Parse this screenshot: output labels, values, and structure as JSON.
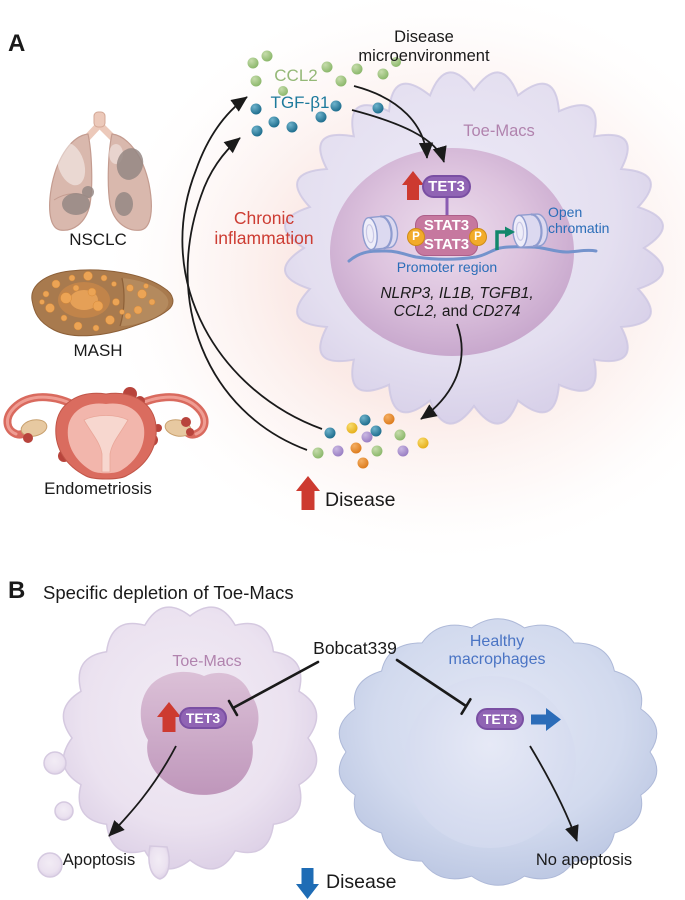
{
  "panel_a": {
    "label": "A",
    "disease_microenvironment": {
      "line1": "Disease",
      "line2": "microenvironment"
    },
    "organs": {
      "nsclc": "NSCLC",
      "mash": "MASH",
      "endometriosis": "Endometriosis"
    },
    "ccl2": "CCL2",
    "tgfb1": "TGF-β1",
    "chronic_inflammation": {
      "line1": "Chronic",
      "line2": "inflammation"
    },
    "toe_macs": "Toe-Macs",
    "tet3": "TET3",
    "stat3_top": "STAT3",
    "stat3_bottom": "STAT3",
    "phospho": "P",
    "open_chromatin": {
      "line1": "Open",
      "line2": "chromatin"
    },
    "promoter_region": "Promoter region",
    "genes": {
      "line1": "NLRP3, IL1B, TGFB1,",
      "line2_gene1": "CCL2,",
      "line2_and": " and ",
      "line2_gene2": "CD274"
    },
    "disease": "Disease"
  },
  "panel_b": {
    "label": "B",
    "title": "Specific depletion of Toe-Macs",
    "toe_macs": "Toe-Macs",
    "bobcat": "Bobcat339",
    "healthy": {
      "line1": "Healthy",
      "line2": "macrophages"
    },
    "tet3_left": "TET3",
    "tet3_right": "TET3",
    "apoptosis": "Apoptosis",
    "no_apoptosis": "No apoptosis",
    "disease": "Disease"
  },
  "colors": {
    "up_arrow_red": "#cd3a30",
    "ccl2_green": "#94b877",
    "tgfb1_teal": "#1d7a9c",
    "annotation_blue": "#2a6db8",
    "tet3_purple": "#8a5cb2",
    "stat3_pink": "#c6789f",
    "phospho_yellow": "#f0a92c",
    "toe_macs_mauve": "#b183ae",
    "healthy_blue": "#4a74c4",
    "disease_down_blue": "#1e6cb5",
    "transcription_green": "#12876b"
  }
}
